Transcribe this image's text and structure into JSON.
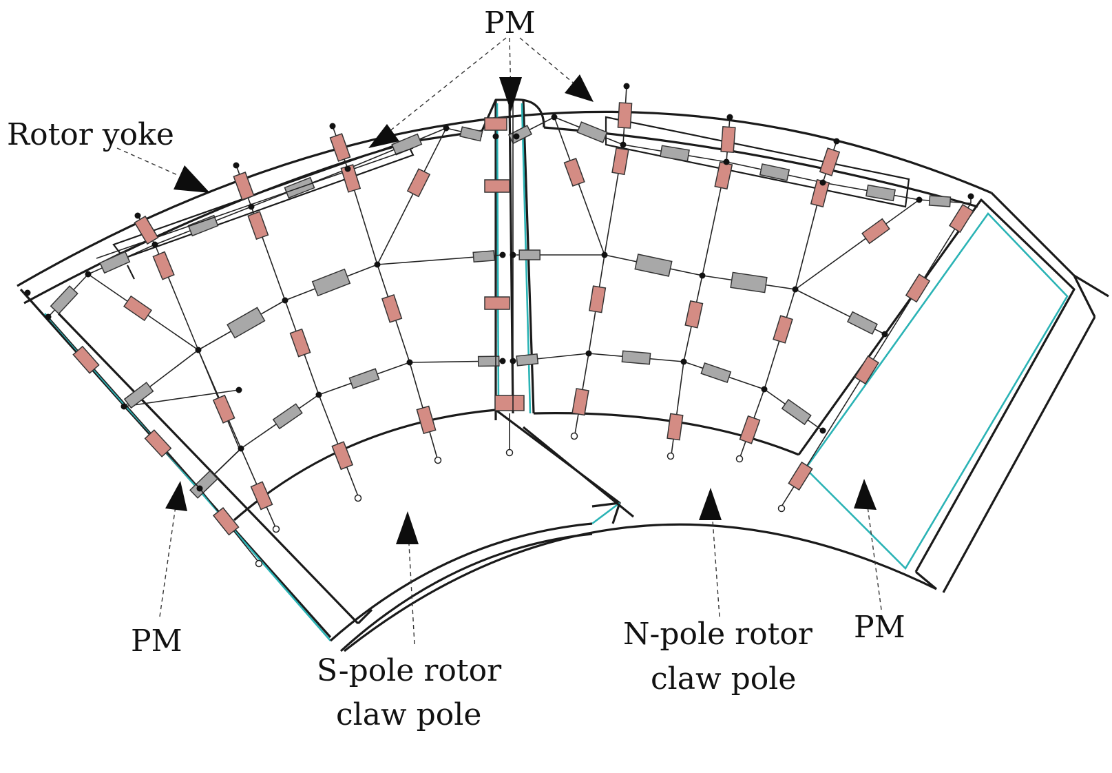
{
  "labels": {
    "pm_top": "PM",
    "rotor_yoke": "Rotor yoke",
    "pm_left": "PM",
    "s_pole_line1": "S-pole rotor",
    "s_pole_line2": "claw pole",
    "n_pole_line1": "N-pole rotor",
    "n_pole_line2": "claw pole",
    "pm_right": "PM"
  },
  "colors": {
    "resistor_iron": "#d48c84",
    "resistor_air": "#a8a8a8",
    "pm_boundary": "#2ab3b5",
    "outline": "#1a1a1a"
  }
}
